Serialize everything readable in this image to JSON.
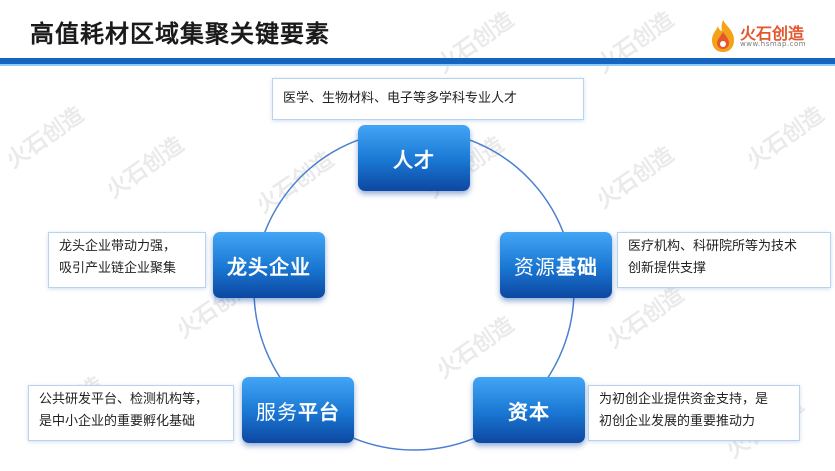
{
  "header": {
    "title": "高值耗材区域集聚关键要素",
    "logo_text": "火石创造",
    "logo_url": "www.hsmap.com"
  },
  "watermark_text": "火石创造",
  "nodes": {
    "talent": {
      "label": "人才",
      "desc": "医学、生物材料、电子等多学科专业人才"
    },
    "resource": {
      "label_a": "资源",
      "label_b": "基础",
      "desc_1": "医疗机构、科研院所等为技术",
      "desc_2": "创新提供支撑"
    },
    "capital": {
      "label": "资本",
      "desc_1": "为初创企业提供资金支持，是",
      "desc_2": "初创企业发展的重要推动力"
    },
    "platform": {
      "label_a": "服务",
      "label_b": "平台",
      "desc_1": "公共研发平台、检测机构等，",
      "desc_2": "是中小企业的重要孵化基础"
    },
    "leader": {
      "label": "龙头企业",
      "desc_1": "龙头企业带动力强，",
      "desc_2": "吸引产业链企业聚集"
    }
  },
  "colors": {
    "accent": "#1565c0",
    "node_top": "#42a5f5",
    "node_bottom": "#0d47a1",
    "ring": "#4a7fd1"
  }
}
